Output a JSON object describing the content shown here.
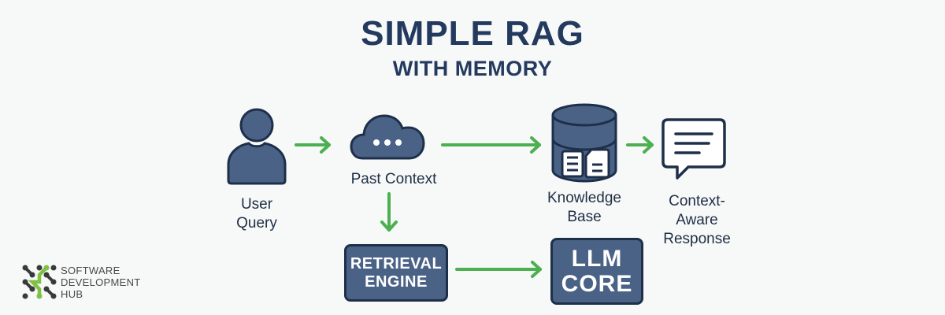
{
  "title": "SIMPLE RAG",
  "subtitle": "WITH MEMORY",
  "colors": {
    "primary": "#233a5e",
    "node_fill": "#4a6286",
    "node_stroke": "#1e2f4a",
    "arrow": "#4caf50",
    "background": "#f7f8f8",
    "logo_green": "#7dc242",
    "logo_dark": "#3a3a3a"
  },
  "nodes": {
    "user_query": {
      "icon": "user-icon",
      "label_lines": [
        "User",
        "Query"
      ]
    },
    "past_context": {
      "icon": "cloud-icon",
      "label": "Past Context"
    },
    "knowledge_base": {
      "icon": "database-icon",
      "label_lines": [
        "Knowledge",
        "Base"
      ]
    },
    "response": {
      "icon": "chat-bubble-icon",
      "label_lines": [
        "Context-",
        "Aware",
        "Response"
      ]
    },
    "retrieval_engine": {
      "label_lines": [
        "RETRIEVAL",
        "ENGINE"
      ]
    },
    "llm_core": {
      "label_lines": [
        "LLM",
        "CORE"
      ]
    }
  },
  "edges": [
    {
      "from": "user_query",
      "to": "past_context"
    },
    {
      "from": "past_context",
      "to": "knowledge_base"
    },
    {
      "from": "knowledge_base",
      "to": "response"
    },
    {
      "from": "past_context",
      "to": "retrieval_engine"
    },
    {
      "from": "retrieval_engine",
      "to": "llm_core"
    }
  ],
  "logo": {
    "icon": "software-development-hub-logo",
    "lines": [
      "SOFTWARE",
      "DEVELOPMENT",
      "HUB"
    ]
  }
}
